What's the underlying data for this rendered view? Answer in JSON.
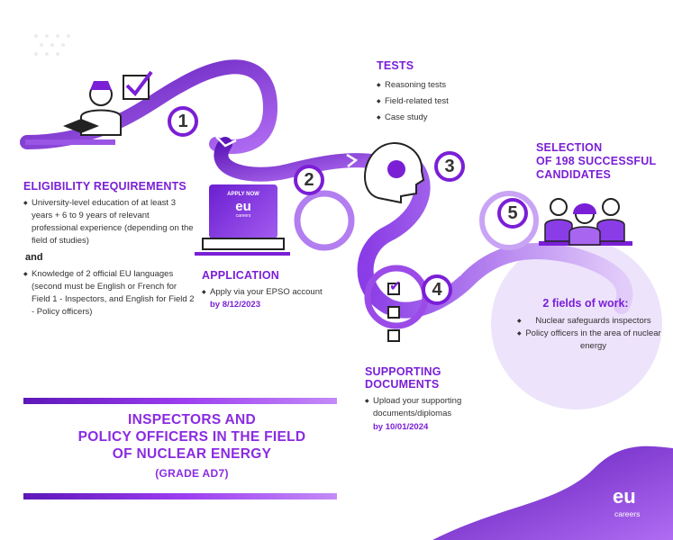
{
  "colors": {
    "accent": "#7a1fd6",
    "light": "#e9dcfa",
    "dark": "#5d17b8"
  },
  "steps": {
    "s1": {
      "num": "1",
      "heading": "ELIGIBILITY REQUIREMENTS",
      "items": [
        "University-level education of at least 3 years + 6 to 9 years of relevant professional experience (depending on the field of studies)"
      ],
      "and": "and",
      "items2": [
        "Knowledge of 2 official EU languages (second must be English or French for Field 1 - Inspectors, and English for Field 2 - Policy officers)"
      ]
    },
    "s2": {
      "num": "2",
      "heading": "APPLICATION",
      "items": [
        "Apply via your EPSO account"
      ],
      "date": "by 8/12/2023",
      "laptop_line1": "APPLY NOW",
      "laptop_logo": "eu",
      "laptop_sub": "careers"
    },
    "s3": {
      "num": "3",
      "heading": "TESTS",
      "items": [
        "Reasoning tests",
        "Field-related test",
        "Case study"
      ]
    },
    "s4": {
      "num": "4",
      "heading_line1": "SUPPORTING",
      "heading_line2": "DOCUMENTS",
      "items": [
        "Upload your supporting documents/diplomas"
      ],
      "date": "by 10/01/2024"
    },
    "s5": {
      "num": "5",
      "heading_line1": "SELECTION",
      "heading_line2": "OF 198 SUCCESSFUL",
      "heading_line3": "CANDIDATES",
      "fields_title": "2 fields of work:",
      "fields": [
        "Nuclear safeguards inspectors",
        "Policy officers in the area of nuclear energy"
      ]
    }
  },
  "title": {
    "line1": "INSPECTORS AND",
    "line2": "POLICY OFFICERS IN THE FIELD",
    "line3": "OF NUCLEAR ENERGY",
    "grade": "(GRADE AD7)"
  },
  "logo": {
    "eu": "eu",
    "careers": "careers"
  }
}
